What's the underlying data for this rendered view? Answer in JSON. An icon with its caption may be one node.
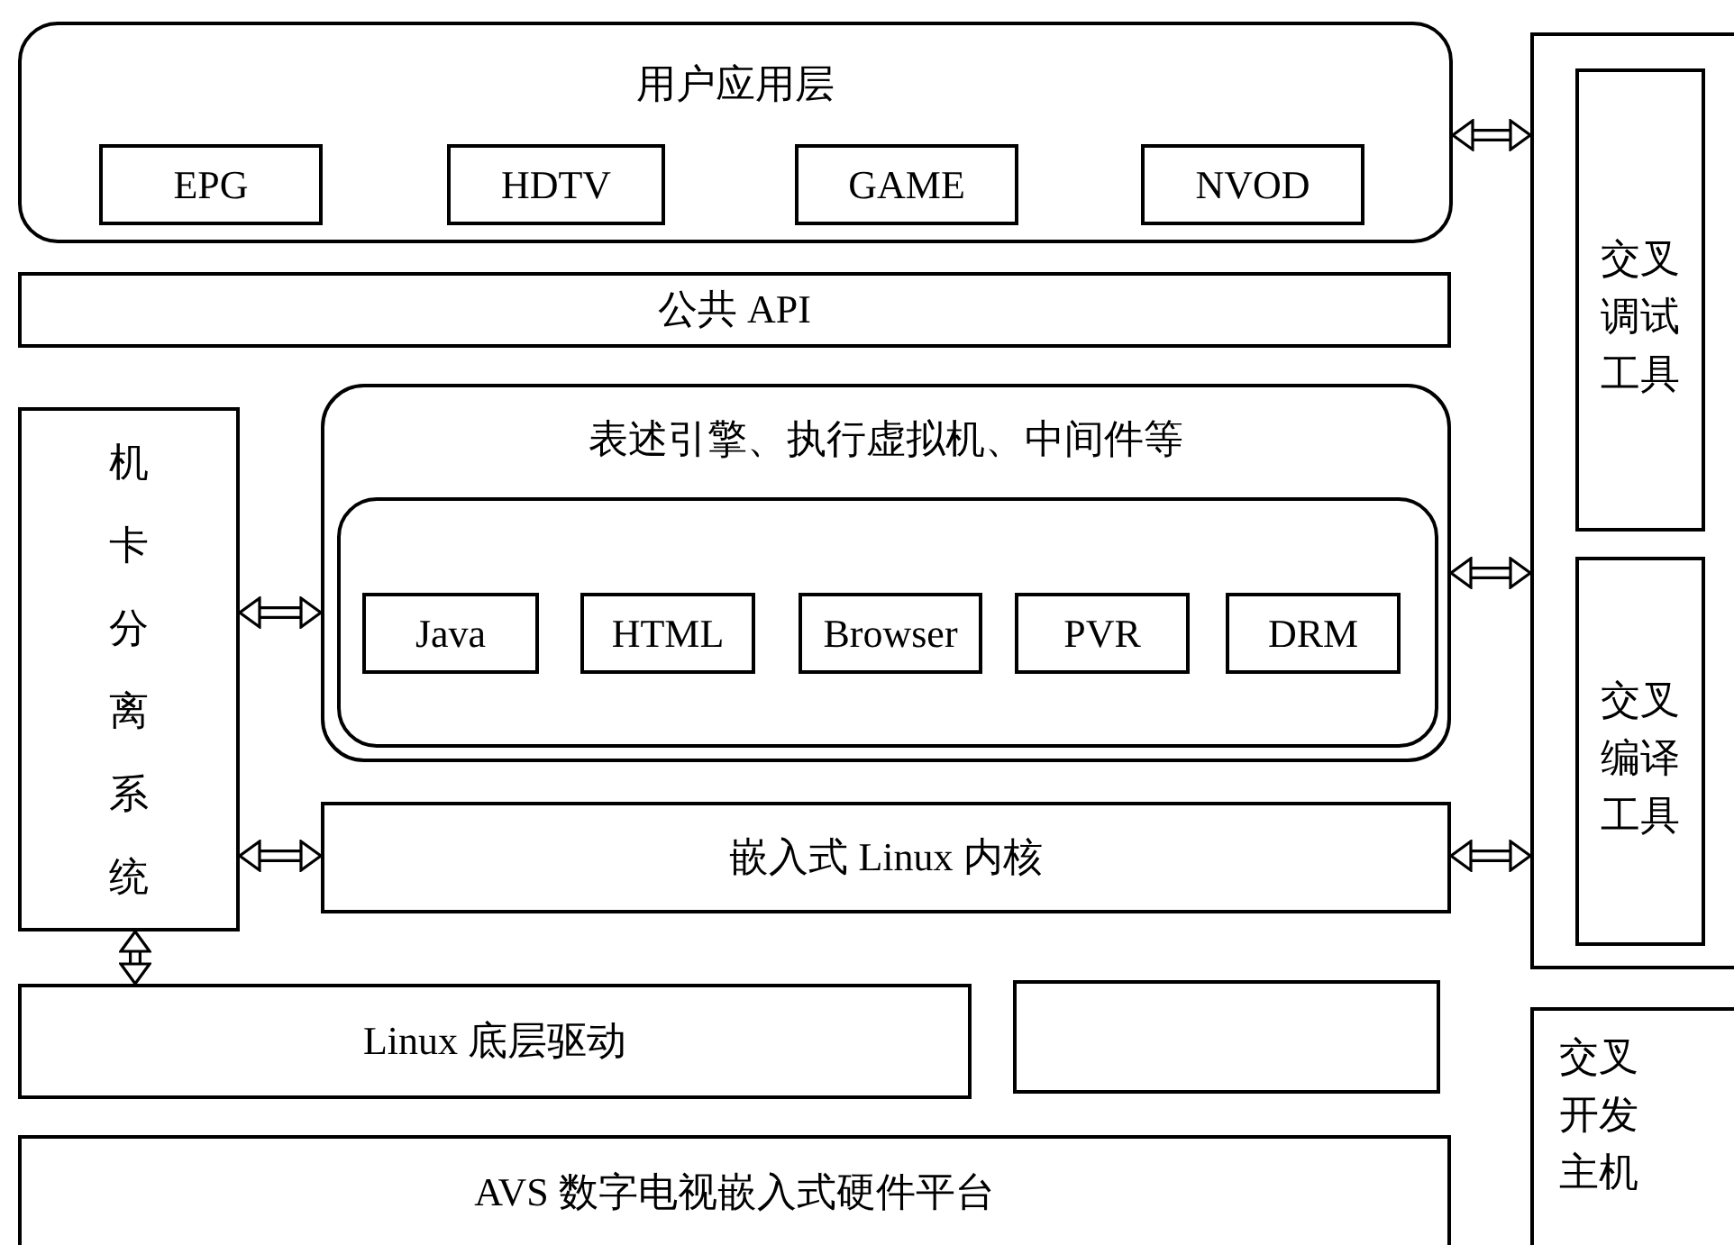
{
  "diagram": {
    "nodes": [
      {
        "text": [
          "用户应用层"
        ]
      },
      {
        "text": [
          "EPG"
        ],
        "in": 0
      },
      {
        "text": [
          "HDTV"
        ],
        "in": 0
      },
      {
        "text": [
          "GAME"
        ],
        "in": 0
      },
      {
        "text": [
          "NVOD"
        ],
        "in": 0
      },
      {
        "text": [
          "公共 API"
        ]
      },
      {
        "text": [
          "机卡分离系统"
        ]
      },
      {
        "text": [
          "表述引擎、执行虚拟机、中间件等"
        ]
      },
      {
        "text": [],
        "shape": "box",
        "in": 7
      },
      {
        "text": [
          "Java"
        ],
        "in": 8
      },
      {
        "text": [
          "HTML"
        ],
        "in": 8
      },
      {
        "text": [
          "Browser"
        ],
        "in": 8
      },
      {
        "text": [
          "PVR"
        ],
        "in": 8
      },
      {
        "text": [
          "DRM"
        ],
        "in": 8
      },
      {
        "text": [
          "嵌入式 Linux 内核"
        ]
      },
      {
        "text": [
          "Linux 底层驱动"
        ]
      },
      {
        "text": [],
        "shape": "box"
      },
      {
        "text": [
          "AVS 数字电视嵌入式硬件平台"
        ]
      },
      {
        "text": [],
        "shape": "box"
      },
      {
        "text": [
          "交叉调试工具"
        ],
        "in": 18
      },
      {
        "text": [
          "交叉编译工具"
        ],
        "in": 18
      },
      {
        "text": [
          "交叉开发主机"
        ]
      }
    ],
    "edges": [
      {
        "from": 0,
        "to": 18,
        "arrow": "both"
      },
      {
        "from": 6,
        "to": 7,
        "arrow": "both"
      },
      {
        "from": 7,
        "to": 18,
        "arrow": "both"
      },
      {
        "from": 6,
        "to": 14,
        "arrow": "both"
      },
      {
        "from": 14,
        "to": 18,
        "arrow": "both"
      },
      {
        "from": 6,
        "to": 15,
        "arrow": "both"
      }
    ]
  }
}
